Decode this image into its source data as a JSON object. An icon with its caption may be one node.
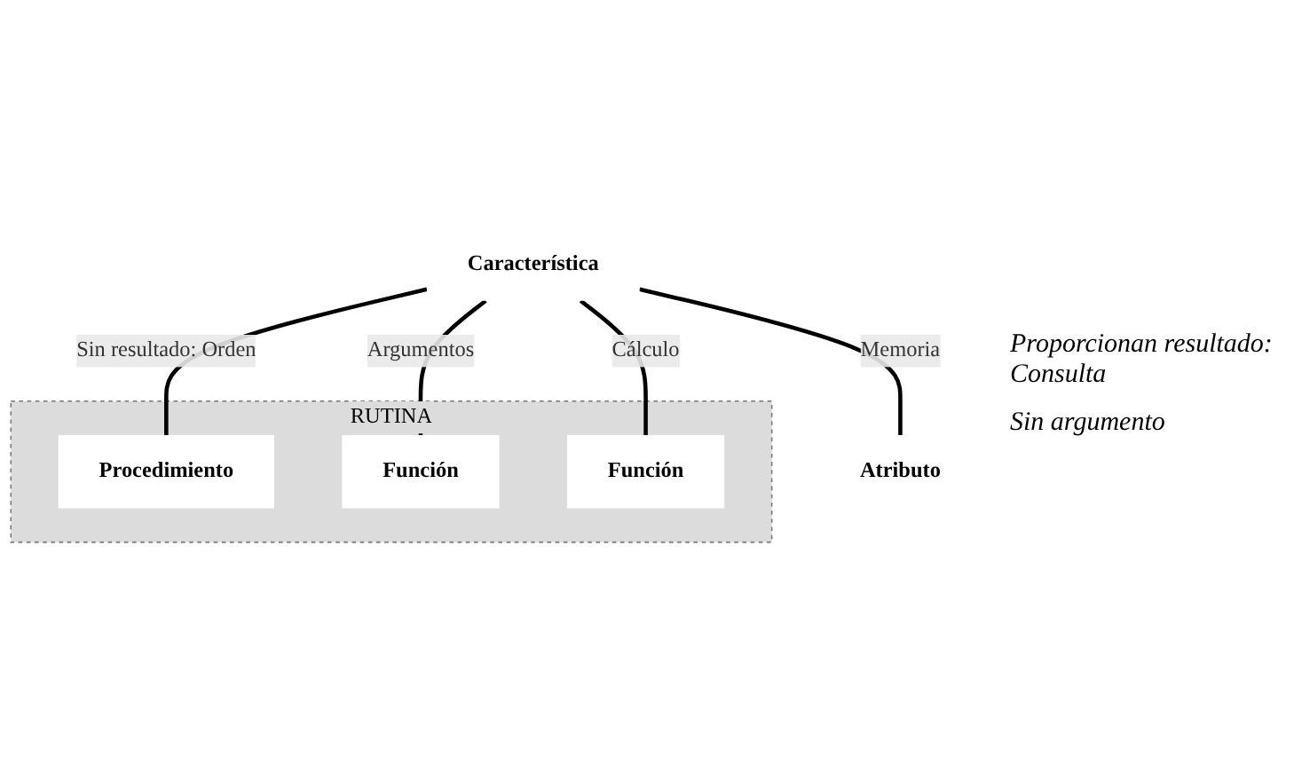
{
  "diagram": {
    "nodes": [
      {
        "text": [
          "Característica"
        ]
      },
      {
        "text": [
          "RUTINA"
        ]
      },
      {
        "text": [
          "Procedimiento"
        ],
        "in": 1
      },
      {
        "text": [
          "Función"
        ],
        "in": 1
      },
      {
        "text": [
          "Función"
        ],
        "in": 1
      },
      {
        "text": [
          "Atributo"
        ]
      }
    ],
    "edges": [
      {
        "from": 0,
        "to": 2,
        "arrow": "none",
        "label": "Sin resultado: Orden"
      },
      {
        "from": 0,
        "to": 3,
        "arrow": "none",
        "label": "Argumentos"
      },
      {
        "from": 0,
        "to": 4,
        "arrow": "none",
        "label": "Cálculo"
      },
      {
        "from": 0,
        "to": 5,
        "arrow": "none",
        "label": "Memoria"
      }
    ],
    "labels": [
      "Proporcionan resultado: Consulta",
      "Sin argumento"
    ]
  }
}
